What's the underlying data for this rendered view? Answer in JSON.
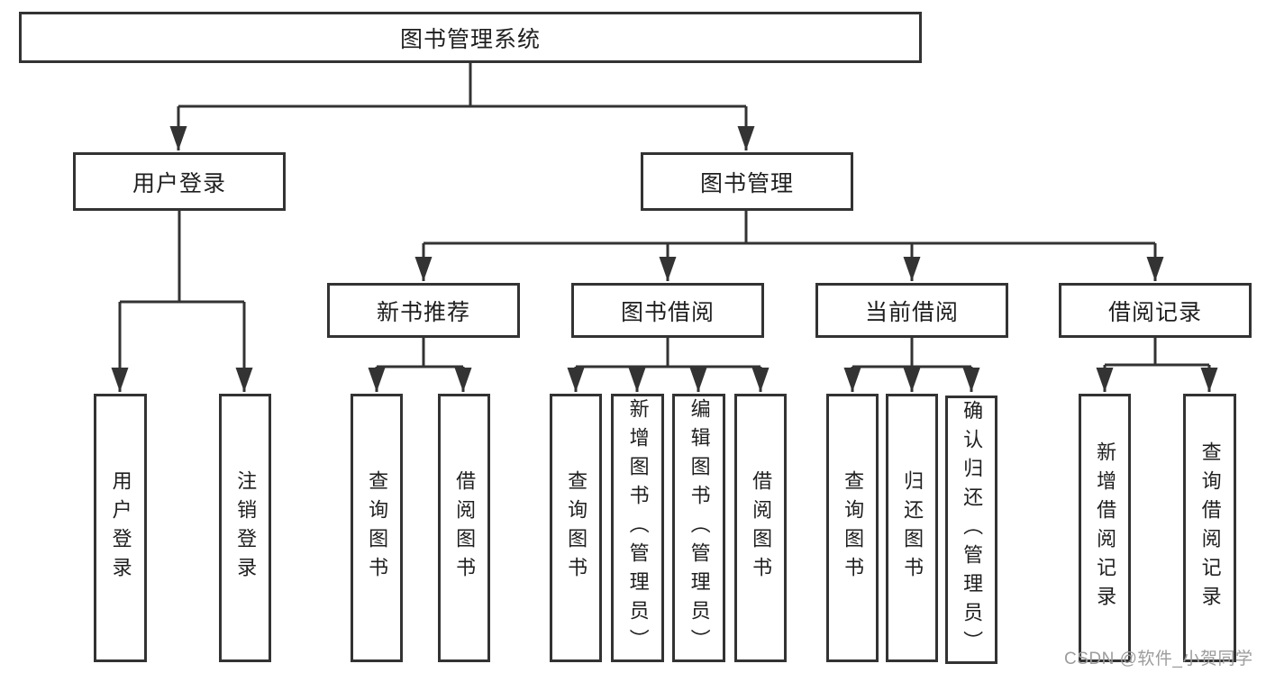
{
  "diagram": {
    "title_node": {
      "label": "图书管理系统"
    },
    "level2": [
      {
        "id": "user-login",
        "label": "用户登录"
      },
      {
        "id": "book-management",
        "label": "图书管理"
      }
    ],
    "level3": [
      {
        "id": "new-book-recommend",
        "label": "新书推荐",
        "parent": "图书管理"
      },
      {
        "id": "book-borrowing",
        "label": "图书借阅",
        "parent": "图书管理"
      },
      {
        "id": "current-borrowing",
        "label": "当前借阅",
        "parent": "图书管理"
      },
      {
        "id": "borrowing-records",
        "label": "借阅记录",
        "parent": "图书管理"
      }
    ],
    "leaves": [
      {
        "id": "leaf-user-login",
        "label": "用户登录",
        "parent": "用户登录"
      },
      {
        "id": "leaf-logout",
        "label": "注销登录",
        "parent": "用户登录"
      },
      {
        "id": "leaf-query-books-recommend",
        "label": "查询图书",
        "parent": "新书推荐"
      },
      {
        "id": "leaf-borrow-books-recommend",
        "label": "借阅图书",
        "parent": "新书推荐"
      },
      {
        "id": "leaf-query-books-borrowing",
        "label": "查询图书",
        "parent": "图书借阅"
      },
      {
        "id": "leaf-add-book-admin",
        "label": "新增图书（管理员）",
        "parent": "图书借阅"
      },
      {
        "id": "leaf-edit-book-admin",
        "label": "编辑图书（管理员）",
        "parent": "图书借阅"
      },
      {
        "id": "leaf-borrow-books-borrowing",
        "label": "借阅图书",
        "parent": "图书借阅"
      },
      {
        "id": "leaf-query-books-current",
        "label": "查询图书",
        "parent": "当前借阅"
      },
      {
        "id": "leaf-return-books",
        "label": "归还图书",
        "parent": "当前借阅"
      },
      {
        "id": "leaf-confirm-return-admin",
        "label": "确认归还（管理员）",
        "parent": "当前借阅"
      },
      {
        "id": "leaf-add-borrow-record",
        "label": "新增借阅记录",
        "parent": "借阅记录"
      },
      {
        "id": "leaf-query-borrow-record",
        "label": "查询借阅记录",
        "parent": "借阅记录"
      }
    ]
  },
  "watermark": {
    "text": "CSDN @软件_小贺同学"
  },
  "colors": {
    "line": "#333333",
    "box_border": "#333333",
    "box_background": "#ffffff",
    "text": "#1f1f1f",
    "watermark": "#9c9c9c"
  }
}
